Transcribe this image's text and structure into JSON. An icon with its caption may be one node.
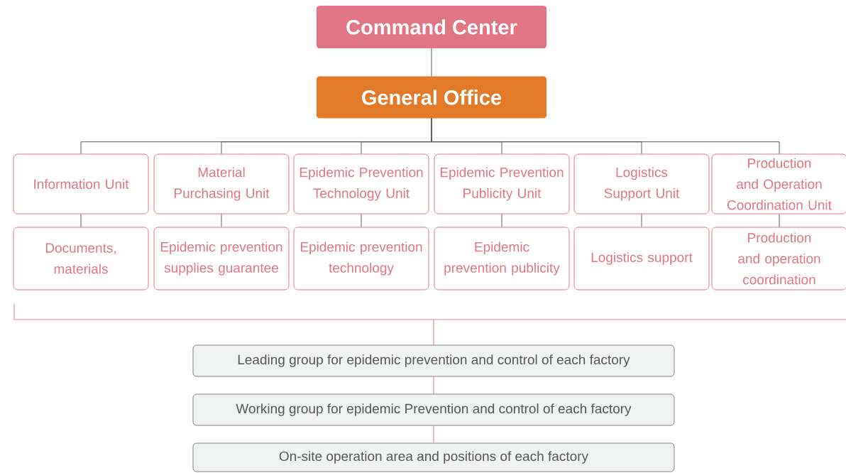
{
  "diagram": {
    "nodes": [
      {
        "text": [
          "Command Center"
        ]
      },
      {
        "text": [
          "General Office"
        ]
      },
      {
        "text": [
          "Information Unit"
        ]
      },
      {
        "text": [
          "Material Purchasing Unit"
        ]
      },
      {
        "text": [
          "Epidemic Prevention Technology Unit"
        ]
      },
      {
        "text": [
          "Epidemic Prevention Publicity Unit"
        ]
      },
      {
        "text": [
          "Logistics Support Unit"
        ]
      },
      {
        "text": [
          "Production and Operation Coordination Unit"
        ]
      },
      {
        "text": [
          "Documents, materials"
        ]
      },
      {
        "text": [
          "Epidemic prevention supplies guarantee"
        ]
      },
      {
        "text": [
          "Epidemic prevention technology"
        ]
      },
      {
        "text": [
          "Epidemic prevention publicity"
        ]
      },
      {
        "text": [
          "Logistics support"
        ]
      },
      {
        "text": [
          "Production and operation coordination"
        ]
      },
      {
        "text": [
          "Leading group for epidemic prevention and control of each factory"
        ]
      },
      {
        "text": [
          "Working group for epidemic Prevention and control of each factory"
        ]
      },
      {
        "text": [
          "On-site operation area and positions of each factory"
        ]
      },
      {
        "text": [],
        "shape": "bracket"
      }
    ],
    "edges": [
      {
        "from": 0,
        "to": 1,
        "arrow": "none"
      },
      {
        "from": 1,
        "to": 2,
        "arrow": "none"
      },
      {
        "from": 1,
        "to": 3,
        "arrow": "none"
      },
      {
        "from": 1,
        "to": 4,
        "arrow": "none"
      },
      {
        "from": 1,
        "to": 5,
        "arrow": "none"
      },
      {
        "from": 1,
        "to": 6,
        "arrow": "none"
      },
      {
        "from": 1,
        "to": 7,
        "arrow": "none"
      },
      {
        "from": 2,
        "to": 8,
        "arrow": "none"
      },
      {
        "from": 3,
        "to": 9,
        "arrow": "none"
      },
      {
        "from": 4,
        "to": 10,
        "arrow": "none"
      },
      {
        "from": 5,
        "to": 11,
        "arrow": "none"
      },
      {
        "from": 6,
        "to": 12,
        "arrow": "none"
      },
      {
        "from": 7,
        "to": 13,
        "arrow": "none"
      },
      {
        "from": 17,
        "to": 14,
        "arrow": "none",
        "color": "#e07585"
      },
      {
        "from": 14,
        "to": 15,
        "arrow": "none",
        "color": "#e07585"
      },
      {
        "from": 15,
        "to": 16,
        "arrow": "none",
        "color": "#e07585"
      }
    ]
  }
}
